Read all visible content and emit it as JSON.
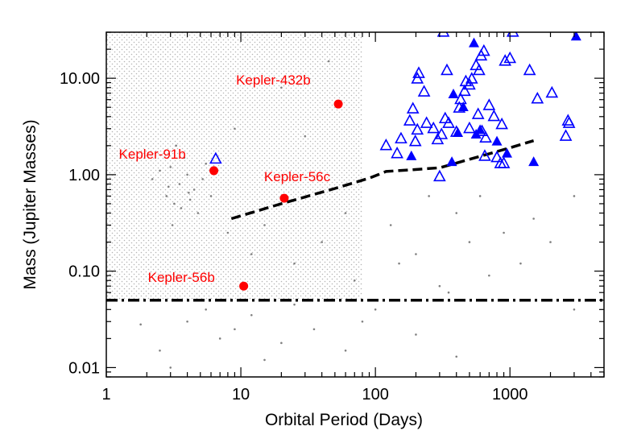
{
  "chart_data": {
    "type": "scatter",
    "title": "",
    "xlabel": "Orbital Period (Days)",
    "ylabel": "Mass (Jupiter Masses)",
    "xscale": "log",
    "yscale": "log",
    "xlim": [
      1,
      5000
    ],
    "ylim": [
      0.008,
      30
    ],
    "xticks": [
      {
        "value": 1,
        "label": "1"
      },
      {
        "value": 10,
        "label": "10"
      },
      {
        "value": 100,
        "label": "100"
      },
      {
        "value": 1000,
        "label": "1000"
      }
    ],
    "yticks": [
      {
        "value": 0.01,
        "label": "0.01"
      },
      {
        "value": 0.1,
        "label": "0.10"
      },
      {
        "value": 1,
        "label": "1.00"
      },
      {
        "value": 10,
        "label": "10.00"
      }
    ],
    "grid": false,
    "legend": "none",
    "shaded_region": {
      "x": [
        1,
        80
      ],
      "y": [
        0.05,
        30
      ],
      "pattern": "stipple",
      "color": "#b4b4b4"
    },
    "colors": {
      "highlight": "#ff0000",
      "open_triangle": "#0000ff",
      "filled_triangle": "#0000ff",
      "background_points": "#808080",
      "lines": "#000000"
    },
    "series": [
      {
        "marker": "circle-filled",
        "color": "#ff0000",
        "points": [
          {
            "x": 6.3,
            "y": 1.1,
            "label": "Kepler-91b"
          },
          {
            "x": 53,
            "y": 5.4,
            "label": "Kepler-432b"
          },
          {
            "x": 21,
            "y": 0.57,
            "label": "Kepler-56c"
          },
          {
            "x": 10.5,
            "y": 0.07,
            "label": "Kepler-56b"
          }
        ]
      },
      {
        "marker": "triangle-open",
        "color": "#0000ff",
        "points": [
          {
            "x": 6.5,
            "y": 1.45
          },
          {
            "x": 120,
            "y": 2.0
          },
          {
            "x": 155,
            "y": 2.35
          },
          {
            "x": 145,
            "y": 1.65
          },
          {
            "x": 198,
            "y": 2.2
          },
          {
            "x": 180,
            "y": 3.6
          },
          {
            "x": 190,
            "y": 4.8
          },
          {
            "x": 240,
            "y": 3.4
          },
          {
            "x": 205,
            "y": 2.9
          },
          {
            "x": 230,
            "y": 7.2
          },
          {
            "x": 205,
            "y": 9.8
          },
          {
            "x": 210,
            "y": 11.2
          },
          {
            "x": 270,
            "y": 3.0
          },
          {
            "x": 310,
            "y": 2.6
          },
          {
            "x": 330,
            "y": 3.8
          },
          {
            "x": 350,
            "y": 3.4
          },
          {
            "x": 290,
            "y": 2.3
          },
          {
            "x": 300,
            "y": 0.95
          },
          {
            "x": 340,
            "y": 12.0
          },
          {
            "x": 320,
            "y": 30.0
          },
          {
            "x": 400,
            "y": 2.75
          },
          {
            "x": 430,
            "y": 6.0
          },
          {
            "x": 460,
            "y": 7.3
          },
          {
            "x": 470,
            "y": 9.2
          },
          {
            "x": 420,
            "y": 4.9
          },
          {
            "x": 500,
            "y": 8.5
          },
          {
            "x": 520,
            "y": 9.8
          },
          {
            "x": 500,
            "y": 3.0
          },
          {
            "x": 560,
            "y": 13.5
          },
          {
            "x": 590,
            "y": 12.0
          },
          {
            "x": 610,
            "y": 17.0
          },
          {
            "x": 640,
            "y": 19.0
          },
          {
            "x": 580,
            "y": 4.2
          },
          {
            "x": 620,
            "y": 2.8
          },
          {
            "x": 660,
            "y": 2.4
          },
          {
            "x": 650,
            "y": 1.55
          },
          {
            "x": 700,
            "y": 5.2
          },
          {
            "x": 760,
            "y": 4.0
          },
          {
            "x": 800,
            "y": 1.5
          },
          {
            "x": 850,
            "y": 1.3
          },
          {
            "x": 900,
            "y": 1.3
          },
          {
            "x": 870,
            "y": 3.3
          },
          {
            "x": 920,
            "y": 15.0
          },
          {
            "x": 1000,
            "y": 16.0
          },
          {
            "x": 1050,
            "y": 30.0
          },
          {
            "x": 1400,
            "y": 12.0
          },
          {
            "x": 1600,
            "y": 6.1
          },
          {
            "x": 2050,
            "y": 7.0
          },
          {
            "x": 2700,
            "y": 3.6
          },
          {
            "x": 2750,
            "y": 3.4
          },
          {
            "x": 2600,
            "y": 2.5
          }
        ]
      },
      {
        "marker": "triangle-filled",
        "color": "#0000ff",
        "points": [
          {
            "x": 185,
            "y": 1.55
          },
          {
            "x": 380,
            "y": 6.8
          },
          {
            "x": 410,
            "y": 2.7
          },
          {
            "x": 450,
            "y": 5.0
          },
          {
            "x": 560,
            "y": 2.6
          },
          {
            "x": 600,
            "y": 2.9
          },
          {
            "x": 800,
            "y": 2.2
          },
          {
            "x": 950,
            "y": 1.65
          },
          {
            "x": 1500,
            "y": 1.35
          },
          {
            "x": 3100,
            "y": 27.0
          },
          {
            "x": 540,
            "y": 23.0
          },
          {
            "x": 370,
            "y": 1.35
          }
        ]
      },
      {
        "line_style": "dashed",
        "color": "#000000",
        "points": [
          {
            "x": 8.5,
            "y": 0.35
          },
          {
            "x": 20,
            "y": 0.5
          },
          {
            "x": 50,
            "y": 0.72
          },
          {
            "x": 90,
            "y": 0.92
          },
          {
            "x": 120,
            "y": 1.08
          },
          {
            "x": 180,
            "y": 1.12
          },
          {
            "x": 300,
            "y": 1.18
          },
          {
            "x": 600,
            "y": 1.55
          },
          {
            "x": 1000,
            "y": 1.9
          },
          {
            "x": 1500,
            "y": 2.25
          }
        ]
      },
      {
        "line_style": "dash-dot",
        "color": "#000000",
        "points": [
          {
            "x": 1,
            "y": 0.05
          },
          {
            "x": 5000,
            "y": 0.05
          }
        ]
      }
    ],
    "background_points": [
      {
        "x": 3.0,
        "y": 1.2
      },
      {
        "x": 3.5,
        "y": 0.8
      },
      {
        "x": 4.0,
        "y": 1.0
      },
      {
        "x": 2.8,
        "y": 0.6
      },
      {
        "x": 3.2,
        "y": 0.5
      },
      {
        "x": 4.5,
        "y": 0.7
      },
      {
        "x": 5.2,
        "y": 0.9
      },
      {
        "x": 3.8,
        "y": 1.5
      },
      {
        "x": 2.5,
        "y": 1.1
      },
      {
        "x": 3.1,
        "y": 0.3
      },
      {
        "x": 4.8,
        "y": 0.4
      },
      {
        "x": 6.0,
        "y": 0.6
      },
      {
        "x": 8.0,
        "y": 0.25
      },
      {
        "x": 3.3,
        "y": 2.0
      },
      {
        "x": 4.2,
        "y": 0.55
      },
      {
        "x": 2.2,
        "y": 0.9
      },
      {
        "x": 5.5,
        "y": 1.3
      },
      {
        "x": 3.6,
        "y": 0.45
      },
      {
        "x": 2.9,
        "y": 0.75
      },
      {
        "x": 4.1,
        "y": 0.65
      },
      {
        "x": 12,
        "y": 0.15
      },
      {
        "x": 15,
        "y": 0.3
      },
      {
        "x": 25,
        "y": 0.12
      },
      {
        "x": 40,
        "y": 0.2
      },
      {
        "x": 60,
        "y": 0.4
      },
      {
        "x": 30,
        "y": 2.5
      },
      {
        "x": 20,
        "y": 8.0
      },
      {
        "x": 9,
        "y": 3.0
      },
      {
        "x": 45,
        "y": 15.0
      },
      {
        "x": 70,
        "y": 0.08
      },
      {
        "x": 130,
        "y": 0.3
      },
      {
        "x": 200,
        "y": 0.15
      },
      {
        "x": 400,
        "y": 0.4
      },
      {
        "x": 600,
        "y": 0.6
      },
      {
        "x": 900,
        "y": 0.25
      },
      {
        "x": 150,
        "y": 0.12
      },
      {
        "x": 300,
        "y": 0.07
      },
      {
        "x": 700,
        "y": 0.09
      },
      {
        "x": 1500,
        "y": 0.35
      },
      {
        "x": 3000,
        "y": 0.6
      },
      {
        "x": 2000,
        "y": 0.2
      },
      {
        "x": 250,
        "y": 0.6
      },
      {
        "x": 500,
        "y": 0.2
      },
      {
        "x": 1200,
        "y": 0.12
      },
      {
        "x": 350,
        "y": 0.06
      },
      {
        "x": 4.0,
        "y": 0.03
      },
      {
        "x": 7.0,
        "y": 0.02
      },
      {
        "x": 12,
        "y": 0.035
      },
      {
        "x": 20,
        "y": 0.018
      },
      {
        "x": 35,
        "y": 0.025
      },
      {
        "x": 60,
        "y": 0.015
      },
      {
        "x": 100,
        "y": 0.04
      },
      {
        "x": 200,
        "y": 0.022
      },
      {
        "x": 2.5,
        "y": 0.015
      },
      {
        "x": 5.5,
        "y": 0.04
      },
      {
        "x": 15,
        "y": 0.012
      },
      {
        "x": 80,
        "y": 0.03
      },
      {
        "x": 1.8,
        "y": 0.028
      },
      {
        "x": 3.0,
        "y": 0.01
      },
      {
        "x": 3000,
        "y": 0.04
      },
      {
        "x": 400,
        "y": 0.013
      },
      {
        "x": 25,
        "y": 0.045
      },
      {
        "x": 9,
        "y": 0.025
      }
    ]
  }
}
